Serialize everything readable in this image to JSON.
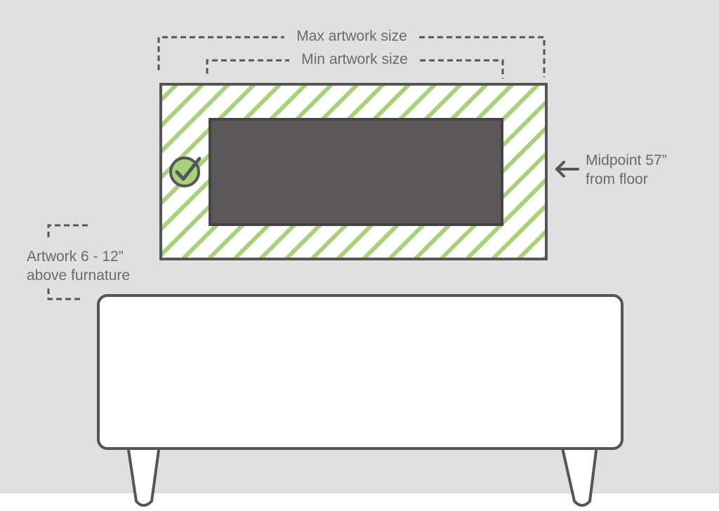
{
  "labels": {
    "max_size": "Max artwork size",
    "min_size": "Min artwork size",
    "midpoint_line1": "Midpoint 57”",
    "midpoint_line2": "from floor",
    "gap_line1": "Artwork  6 - 12”",
    "gap_line2": "above furnature"
  },
  "icons": {
    "check": "check-circle-icon",
    "arrow": "arrow-left-icon"
  },
  "colors": {
    "wall": "#e0e0e0",
    "outline": "#555555",
    "artwork": "#5a5859",
    "hatch": "#a9d07a",
    "check_fill": "#a9d07a",
    "label": "#6a6a6a",
    "furniture": "#ffffff"
  }
}
